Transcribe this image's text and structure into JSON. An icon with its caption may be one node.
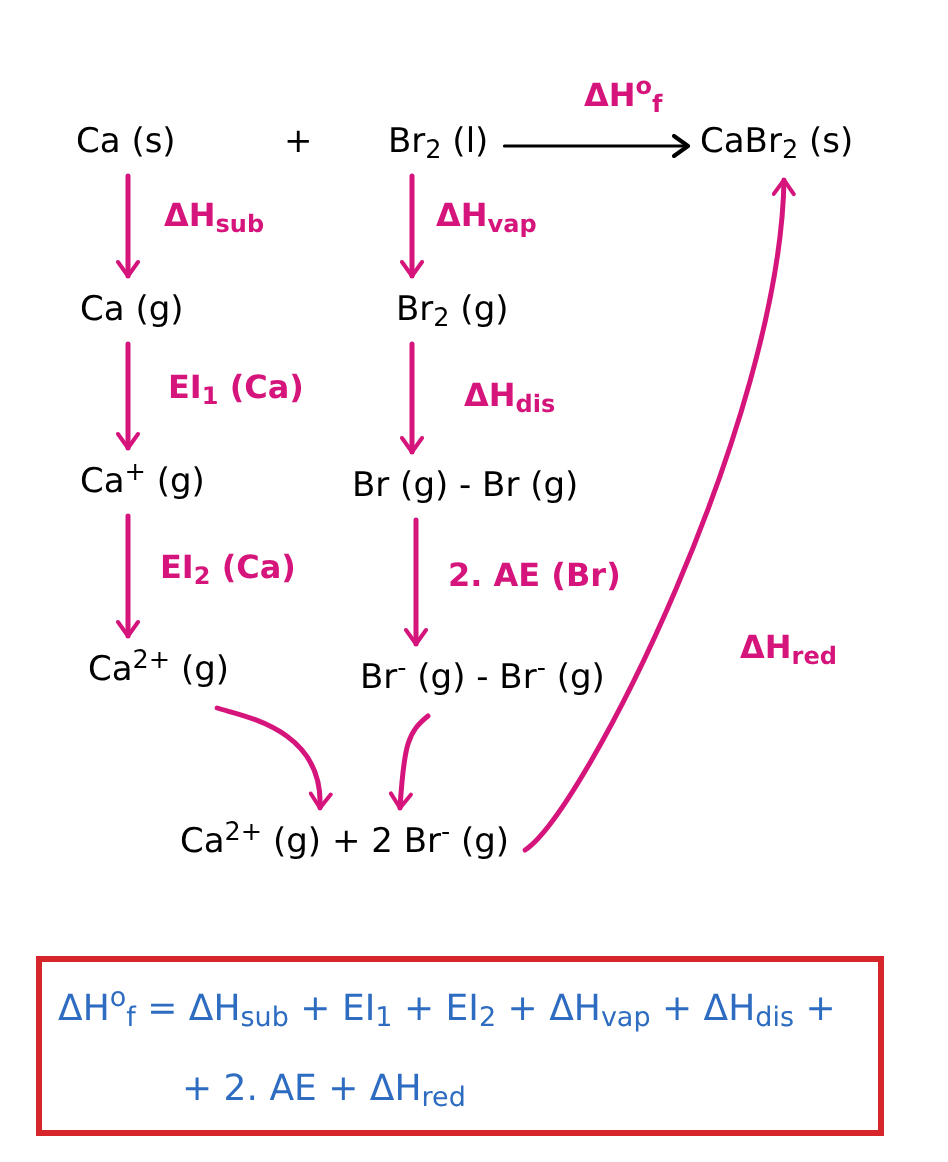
{
  "diagram": {
    "nodes": [
      {
        "text": [
          "Ca (s)"
        ]
      },
      {
        "text": [
          "Br$_{2}$ (l)"
        ]
      },
      {
        "text": [
          "CaBr$_{2}$ (s)"
        ]
      },
      {
        "text": [
          "Ca (g)"
        ]
      },
      {
        "text": [
          "Br$_{2}$ (g)"
        ]
      },
      {
        "text": [
          "Ca$^{+}$ (g)"
        ]
      },
      {
        "text": [
          "Br (g) - Br (g)"
        ]
      },
      {
        "text": [
          "Ca$^{2+}$ (g)"
        ]
      },
      {
        "text": [
          "Br$^{-}$ (g) - Br$^{-}$ (g)"
        ]
      },
      {
        "text": [
          "Ca$^{2+}$ (g) + 2 Br$^{-}$ (g)"
        ]
      },
      {
        "text": [
          "ΔH$^{o}$$_{f}$ = ΔH$_{sub}$ + EI$_{1}$ + EI$_{2}$ + ΔH$_{vap}$ + ΔH$_{dis}$ + + 2. AE + ΔH$_{red}$"
        ]
      }
    ],
    "edges": [
      {
        "from": 1,
        "to": 2,
        "arrow": "to",
        "label": "ΔH$^{o}$$_{f}$",
        "color": "#000000"
      },
      {
        "from": 0,
        "to": 3,
        "arrow": "to",
        "label": "ΔH$_{sub}$"
      },
      {
        "from": 1,
        "to": 4,
        "arrow": "to",
        "label": "ΔH$_{vap}$"
      },
      {
        "from": 3,
        "to": 5,
        "arrow": "to",
        "label": "EI$_{1}$ (Ca)"
      },
      {
        "from": 4,
        "to": 6,
        "arrow": "to",
        "label": "ΔH$_{dis}$"
      },
      {
        "from": 5,
        "to": 7,
        "arrow": "to",
        "label": "EI$_{2}$ (Ca)"
      },
      {
        "from": 6,
        "to": 8,
        "arrow": "to",
        "label": "2. AE (Br)"
      },
      {
        "from": 7,
        "to": 9,
        "arrow": "to"
      },
      {
        "from": 8,
        "to": 9,
        "arrow": "to"
      },
      {
        "from": 9,
        "to": 2,
        "arrow": "to",
        "label": "ΔH$_{red}$"
      }
    ],
    "labels": [
      "+"
    ]
  }
}
